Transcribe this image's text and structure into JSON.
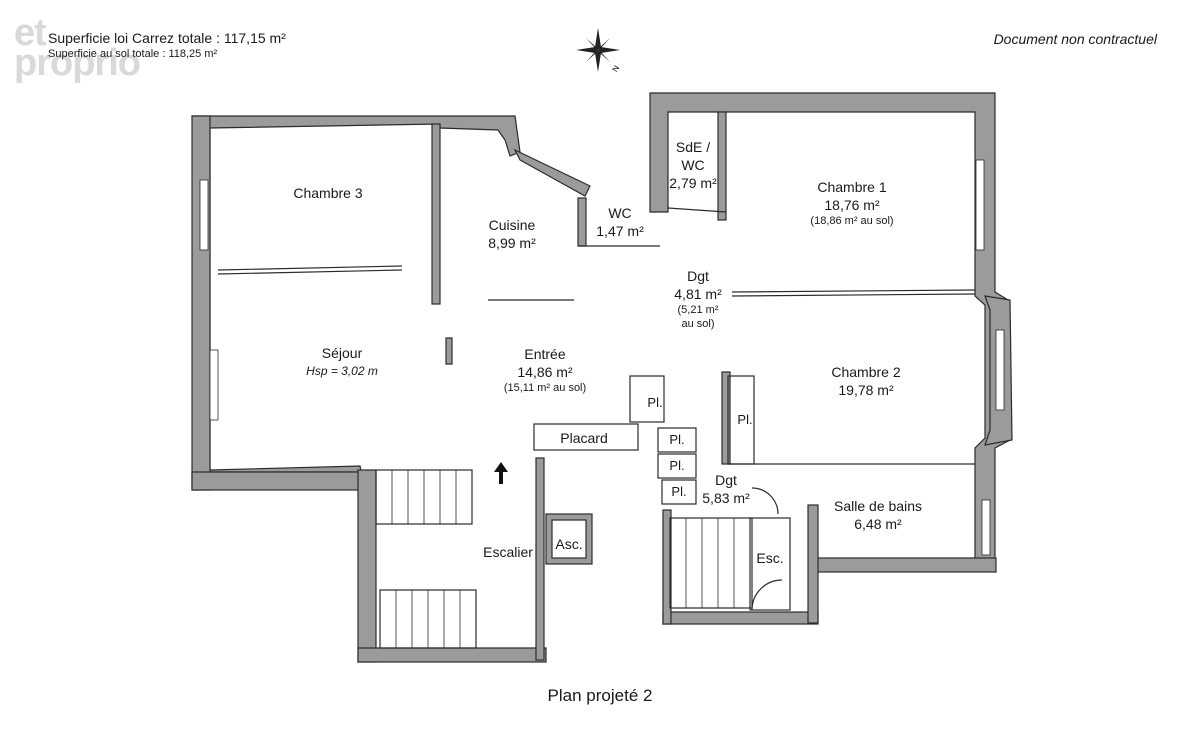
{
  "header": {
    "carrez_total": "Superficie loi Carrez totale :  117,15 m²",
    "floor_total": "Superficie au sol totale : 118,25 m²",
    "disclaimer": "Document non contractuel",
    "watermark": "et\nproprio"
  },
  "compass": {
    "letter": "N"
  },
  "rooms": {
    "chambre3": {
      "name": "Chambre 3"
    },
    "cuisine": {
      "name": "Cuisine",
      "area": "8,99 m²"
    },
    "wc": {
      "name": "WC",
      "area": "1,47 m²"
    },
    "sde": {
      "name": "SdE /",
      "name2": "WC",
      "area": "2,79 m²"
    },
    "chambre1": {
      "name": "Chambre 1",
      "area": "18,76 m²",
      "floor": "(18,86 m² au sol)"
    },
    "dgt1": {
      "name": "Dgt",
      "area": "4,81 m²",
      "floor1": "(5,21 m²",
      "floor2": "au sol)"
    },
    "sejour": {
      "name": "Séjour",
      "hsp": "Hsp = 3,02 m"
    },
    "entree": {
      "name": "Entrée",
      "area": "14,86 m²",
      "floor": "(15,11 m² au sol)"
    },
    "chambre2": {
      "name": "Chambre 2",
      "area": "19,78 m²"
    },
    "placard": {
      "name": "Placard"
    },
    "dgt2": {
      "name": "Dgt",
      "area": "5,83 m²"
    },
    "sdb": {
      "name": "Salle de bains",
      "area": "6,48 m²"
    },
    "escalier": {
      "name": "Escalier"
    },
    "asc": {
      "name": "Asc."
    },
    "esc": {
      "name": "Esc."
    }
  },
  "placards": [
    "Pl.",
    "Pl.",
    "Pl.",
    "Pl.",
    "Pl."
  ],
  "plan_title": "Plan projeté 2",
  "colors": {
    "wall": "#9b9b9b",
    "wall_stroke": "#2b2b2b",
    "background": "#ffffff"
  }
}
